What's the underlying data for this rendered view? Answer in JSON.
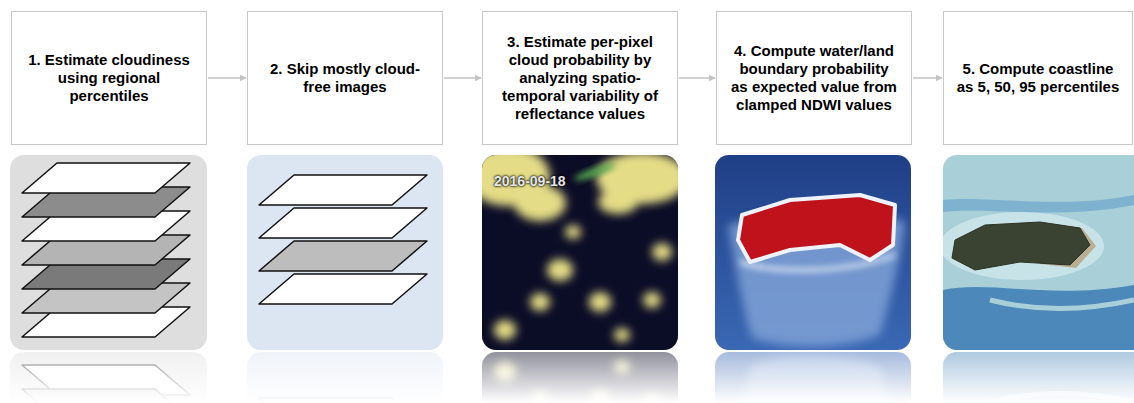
{
  "diagram": {
    "nodes": [
      {
        "text": [
          "1. Estimate cloudiness using regional percentiles"
        ]
      },
      {
        "text": [
          "2. Skip mostly cloud-free images"
        ]
      },
      {
        "text": [
          "3. Estimate per-pixel cloud probability by analyzing spatio-temporal variability of reflectance values"
        ]
      },
      {
        "text": [
          "4. Compute water/land boundary probability as expected value from clamped NDWI values"
        ]
      },
      {
        "text": [
          "5. Compute coastline as 5, 50, 95 percentiles"
        ]
      }
    ],
    "edges": [
      {
        "from": 0,
        "to": 1,
        "arrow": "to"
      },
      {
        "from": 1,
        "to": 2,
        "arrow": "to"
      },
      {
        "from": 2,
        "to": 3,
        "arrow": "to"
      },
      {
        "from": 3,
        "to": 4,
        "arrow": "to"
      }
    ],
    "labels": [
      "2016-09-18"
    ]
  }
}
